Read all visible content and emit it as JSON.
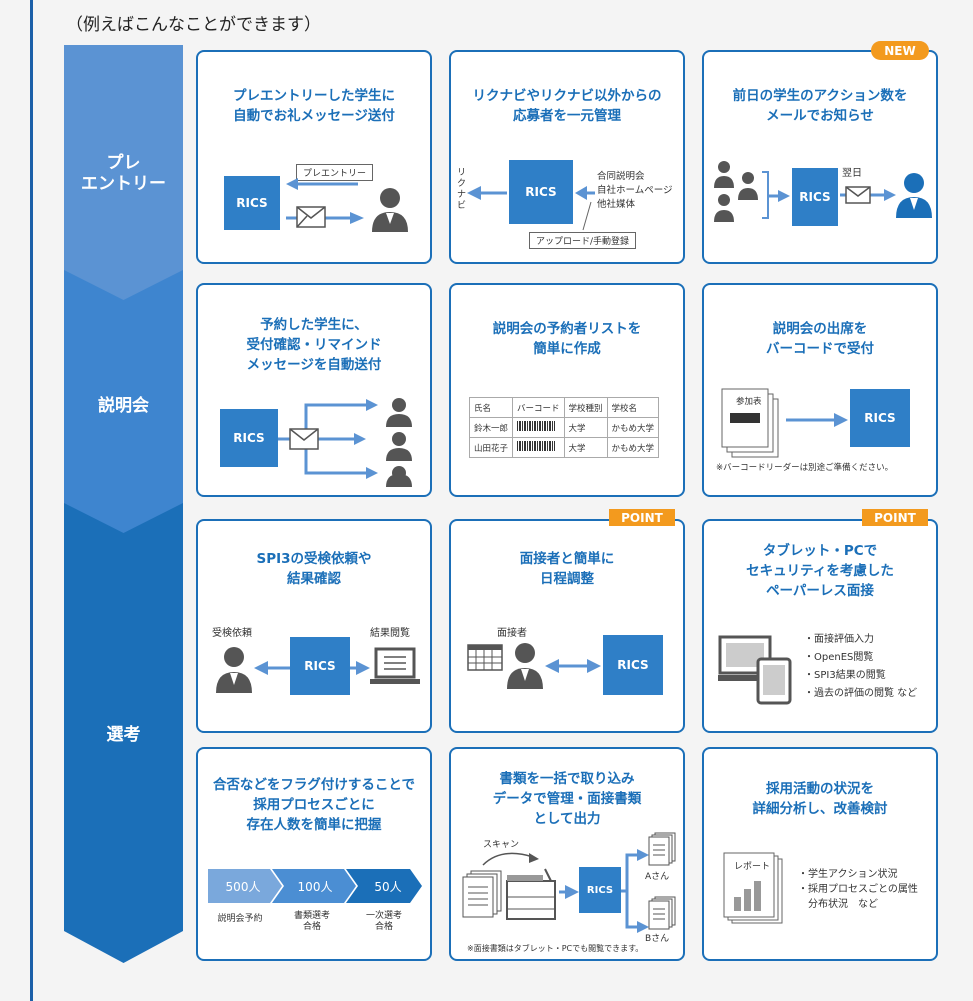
{
  "intro": "（例えばこんなことができます）",
  "phases": [
    {
      "label_lines": [
        "プレ",
        "エントリー"
      ]
    },
    {
      "label_lines": [
        "説明会"
      ]
    },
    {
      "label_lines": [
        "選考"
      ]
    }
  ],
  "common": {
    "rics": "RICS"
  },
  "cards": {
    "c1": {
      "title_lines": [
        "プレエントリーした学生に",
        "自動でお礼メッセージ送付"
      ],
      "bubble": "プレエントリー"
    },
    "c2": {
      "title_lines": [
        "リクナビやリクナビ以外からの",
        "応募者を一元管理"
      ],
      "left_label": "リクナビ",
      "sources": [
        "合同説明会",
        "自社ホームページ",
        "他社媒体"
      ],
      "upload": "アップロード/手動登録"
    },
    "c3": {
      "badge": "NEW",
      "title_lines": [
        "前日の学生のアクション数を",
        "メールでお知らせ"
      ],
      "label": "翌日"
    },
    "c4": {
      "title_lines": [
        "予約した学生に、",
        "受付確認・リマインド",
        "メッセージを自動送付"
      ]
    },
    "c5": {
      "title_lines": [
        "説明会の予約者リストを",
        "簡単に作成"
      ],
      "table": {
        "headers": [
          "氏名",
          "バーコード",
          "学校種別",
          "学校名"
        ],
        "rows": [
          [
            "鈴木一郎",
            "",
            "大学",
            "かもめ大学"
          ],
          [
            "山田花子",
            "",
            "大学",
            "かもめ大学"
          ]
        ]
      }
    },
    "c6": {
      "title_lines": [
        "説明会の出席を",
        "バーコードで受付"
      ],
      "sheet": "参加表",
      "note": "※バーコードリーダーは別途ご準備ください。"
    },
    "c7": {
      "title_lines": [
        "SPI3の受検依頼や",
        "結果確認"
      ],
      "left": "受検依頼",
      "right": "結果閲覧"
    },
    "c8": {
      "badge": "POINT",
      "title_lines": [
        "面接者と簡単に",
        "日程調整"
      ],
      "label": "面接者"
    },
    "c9": {
      "badge": "POINT",
      "title_lines": [
        "タブレット・PCで",
        "セキュリティを考慮した",
        "ペーパーレス面接"
      ],
      "items": [
        "・面接評価入力",
        "・OpenES閲覧",
        "・SPI3結果の閲覧",
        "・過去の評価の閲覧 など"
      ]
    },
    "c10": {
      "title_lines": [
        "合否などをフラグ付けすることで",
        "採用プロセスごとに",
        "存在人数を簡単に把握"
      ],
      "steps": [
        {
          "value": "500人",
          "label": "説明会予約"
        },
        {
          "value": "100人",
          "label": "書類選考\n合格"
        },
        {
          "value": "50人",
          "label": "一次選考\n合格"
        }
      ]
    },
    "c11": {
      "title_lines": [
        "書類を一括で取り込み",
        "データで管理・面接書類",
        "として出力"
      ],
      "scan": "スキャン",
      "out_a": "Aさん",
      "out_b": "Bさん",
      "note": "※面接書類はタブレット・PCでも閲覧できます。"
    },
    "c12": {
      "title_lines": [
        "採用活動の状況を",
        "詳細分析し、改善検討"
      ],
      "report": "レポート",
      "items": [
        "・学生アクション状況",
        "・採用プロセスごとの属性",
        "　分布状況　など"
      ]
    }
  },
  "colors": {
    "primary": "#1b6fb8",
    "rics": "#2f7fc7",
    "accent": "#f39a1e",
    "phase1": "#5b93d3",
    "phase2": "#3e85cf",
    "phase3": "#1b6fb8"
  }
}
